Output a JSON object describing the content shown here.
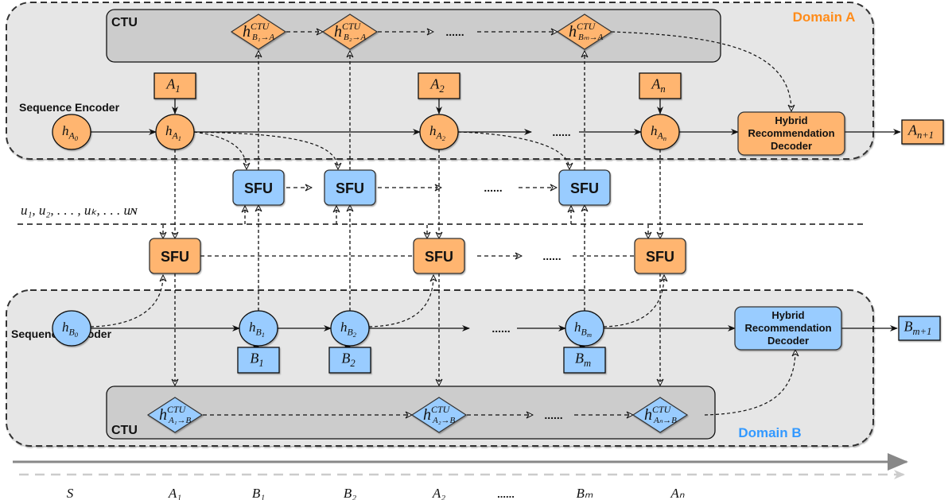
{
  "colors": {
    "orange": "#FFB570",
    "blue": "#99CCFF",
    "domain_bg": "#E6E6E6",
    "ctu_bg": "#CCCCCC",
    "domain_a_label": "#FF8C1A",
    "domain_b_label": "#3399FF",
    "stroke": "#222222"
  },
  "domain_a": {
    "label": "Domain A",
    "encoder_label": "Sequence Encoder",
    "ctu_label": "CTU",
    "states": [
      {
        "base": "h",
        "sub": "A",
        "subsub": "0"
      },
      {
        "base": "h",
        "sub": "A",
        "subsub": "1"
      },
      {
        "base": "h",
        "sub": "A",
        "subsub": "2"
      },
      {
        "base": "h",
        "sub": "A",
        "subsub": "n"
      }
    ],
    "inputs": [
      {
        "base": "A",
        "sub": "1"
      },
      {
        "base": "A",
        "sub": "2"
      },
      {
        "base": "A",
        "sub": "n"
      }
    ],
    "ctu_nodes": [
      {
        "base": "h",
        "sup": "CTU",
        "sub": "B₁→A"
      },
      {
        "base": "h",
        "sup": "CTU",
        "sub": "B₂→A"
      },
      {
        "base": "h",
        "sup": "CTU",
        "sub": "Bₘ→A"
      }
    ],
    "decoder_lines": [
      "Hybrid",
      "Recommendation",
      "Decoder"
    ],
    "output": {
      "base": "A",
      "sub": "n+1"
    },
    "ellipsis": "......"
  },
  "domain_b": {
    "label": "Domain B",
    "encoder_label": "Sequence Encoder",
    "ctu_label": "CTU",
    "states": [
      {
        "base": "h",
        "sub": "B",
        "subsub": "0"
      },
      {
        "base": "h",
        "sub": "B",
        "subsub": "1"
      },
      {
        "base": "h",
        "sub": "B",
        "subsub": "2"
      },
      {
        "base": "h",
        "sub": "B",
        "subsub": "m"
      }
    ],
    "inputs": [
      {
        "base": "B",
        "sub": "1"
      },
      {
        "base": "B",
        "sub": "2"
      },
      {
        "base": "B",
        "sub": "m"
      }
    ],
    "ctu_nodes": [
      {
        "base": "h",
        "sup": "CTU",
        "sub": "A₁→B"
      },
      {
        "base": "h",
        "sup": "CTU",
        "sub": "A₂→B"
      },
      {
        "base": "h",
        "sup": "CTU",
        "sub": "Aₙ→B"
      }
    ],
    "decoder_lines": [
      "Hybrid",
      "Recommendation",
      "Decoder"
    ],
    "output": {
      "base": "B",
      "sub": "m+1"
    },
    "ellipsis": "......"
  },
  "sfu": {
    "label": "SFU",
    "ellipsis": "......"
  },
  "users_label": "u₁, u₂, . . . , uₖ, . . . uɴ",
  "timeline": {
    "labels": [
      "S",
      "A₁",
      "B₁",
      "B₂",
      "A₂",
      "......",
      "Bₘ",
      "Aₙ"
    ]
  }
}
